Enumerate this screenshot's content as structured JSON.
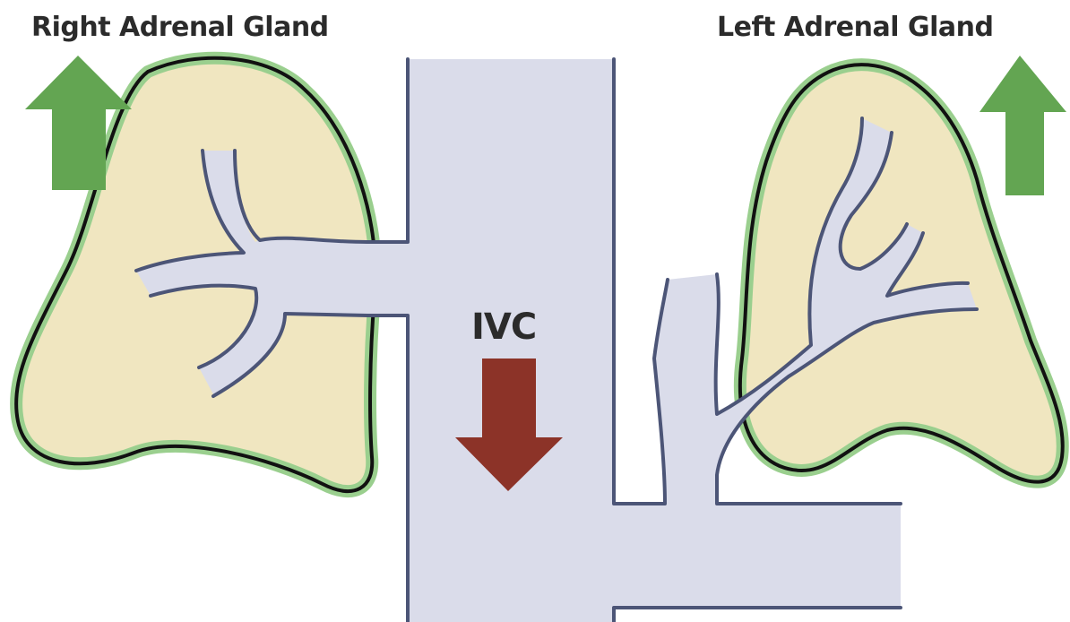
{
  "labels": {
    "right_adrenal": "Right Adrenal Gland",
    "left_adrenal": "Left Adrenal Gland",
    "ivc": "IVC"
  },
  "colors": {
    "gland_fill": "#F0E6C0",
    "gland_rim": "#9ACF8E",
    "gland_outline": "#111111",
    "vessel_fill": "#DADCEA",
    "vessel_outline": "#4C5577",
    "up_arrow": "#63A552",
    "down_arrow": "#8C3328",
    "text": "#2B2B2B"
  }
}
